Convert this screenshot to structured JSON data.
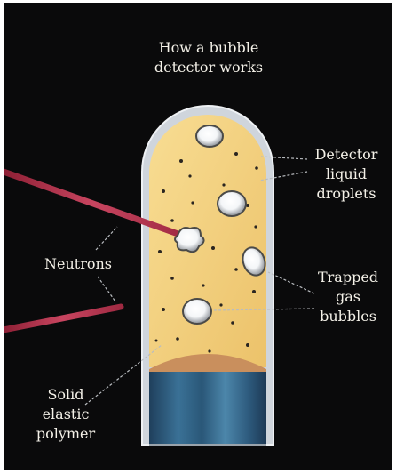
{
  "title": "How a bubble\ndetector works",
  "labels": {
    "detector_liquid": "Detector\nliquid\ndroplets",
    "neutrons": "Neutrons",
    "trapped_gas": "Trapped\ngas\nbubbles",
    "solid_polymer": "Solid\nelastic\npolymer"
  },
  "colors": {
    "background": "#0a0a0b",
    "text": "#f4f1e8",
    "detector_liquid": "#f3cf7c",
    "tube_glass": "#d9dde2",
    "polymer_base": "#2e5f86",
    "neutron_beam": "#b8324a",
    "bubble": "#ffffff",
    "droplet": "#2a2520"
  }
}
